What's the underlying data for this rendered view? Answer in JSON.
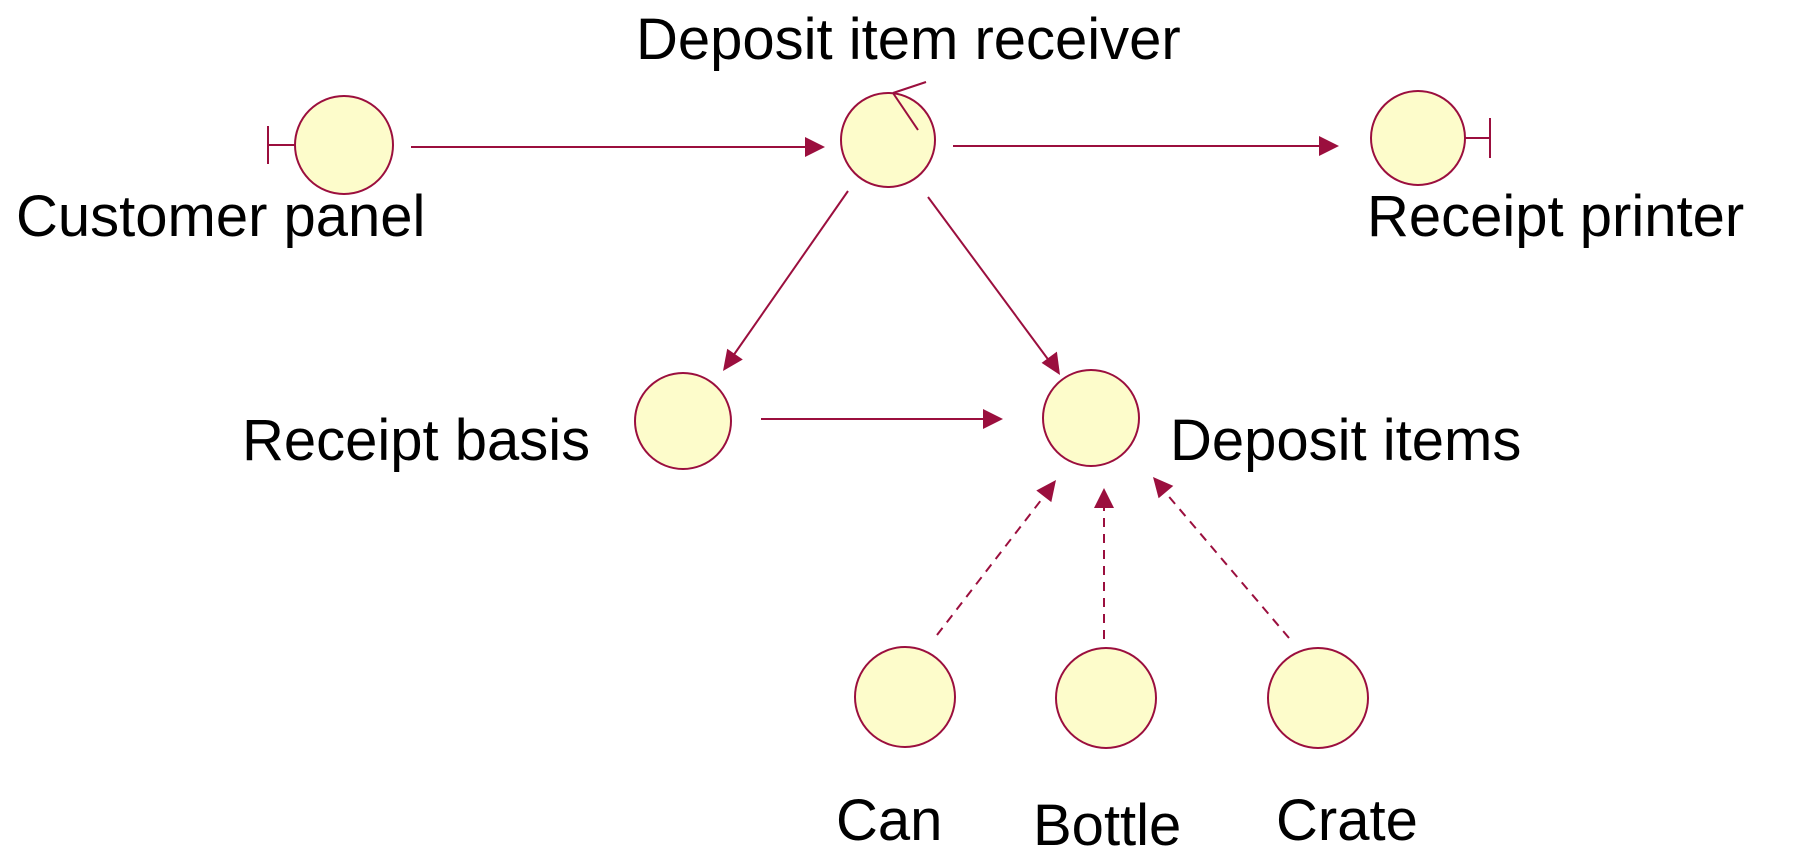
{
  "diagram": {
    "nodes": {
      "customer_panel": {
        "label": "Customer panel",
        "kind": "boundary"
      },
      "deposit_item_receiver": {
        "label": "Deposit item receiver",
        "kind": "control"
      },
      "receipt_printer": {
        "label": "Receipt printer",
        "kind": "boundary"
      },
      "receipt_basis": {
        "label": "Receipt basis",
        "kind": "entity"
      },
      "deposit_items": {
        "label": "Deposit items",
        "kind": "entity"
      },
      "can": {
        "label": "Can",
        "kind": "entity"
      },
      "bottle": {
        "label": "Bottle",
        "kind": "entity"
      },
      "crate": {
        "label": "Crate",
        "kind": "entity"
      }
    },
    "edges": [
      {
        "from": "customer_panel",
        "to": "deposit_item_receiver",
        "style": "solid"
      },
      {
        "from": "deposit_item_receiver",
        "to": "receipt_printer",
        "style": "solid"
      },
      {
        "from": "deposit_item_receiver",
        "to": "receipt_basis",
        "style": "solid"
      },
      {
        "from": "deposit_item_receiver",
        "to": "deposit_items",
        "style": "solid"
      },
      {
        "from": "receipt_basis",
        "to": "deposit_items",
        "style": "solid"
      },
      {
        "from": "can",
        "to": "deposit_items",
        "style": "dashed"
      },
      {
        "from": "bottle",
        "to": "deposit_items",
        "style": "dashed"
      },
      {
        "from": "crate",
        "to": "deposit_items",
        "style": "dashed"
      }
    ],
    "colors": {
      "object_fill": "#fdfccb",
      "stroke": "#9b0f3e",
      "text": "#000000"
    }
  }
}
